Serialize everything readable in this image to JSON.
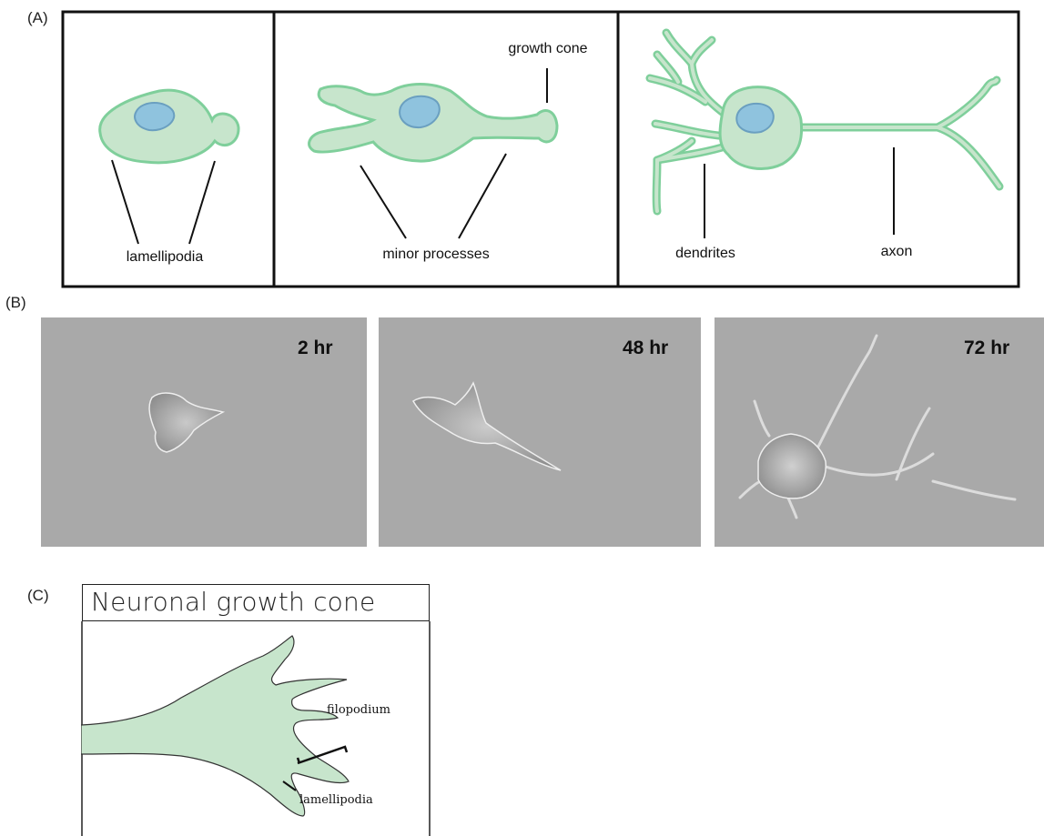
{
  "panels": {
    "a": {
      "letter": "(A)",
      "labels": {
        "lamellipodia": "lamellipodia",
        "minor_processes": "minor processes",
        "growth_cone": "growth cone",
        "dendrites": "dendrites",
        "axon": "axon"
      }
    },
    "b": {
      "letter": "(B)",
      "times": [
        "2 hr",
        "48 hr",
        "72 hr"
      ]
    },
    "c": {
      "letter": "(C)",
      "title": "Neuronal growth cone",
      "labels": {
        "filopodium": "filopodium",
        "lamellipodia": "lamellipodia"
      }
    }
  },
  "colors": {
    "cell_fill": "#c7e5cc",
    "cell_stroke": "#7fcf9b",
    "nucleus_fill": "#8fc3de",
    "nucleus_stroke": "#6a9fc0",
    "photo_background": "#a9a9a9"
  }
}
